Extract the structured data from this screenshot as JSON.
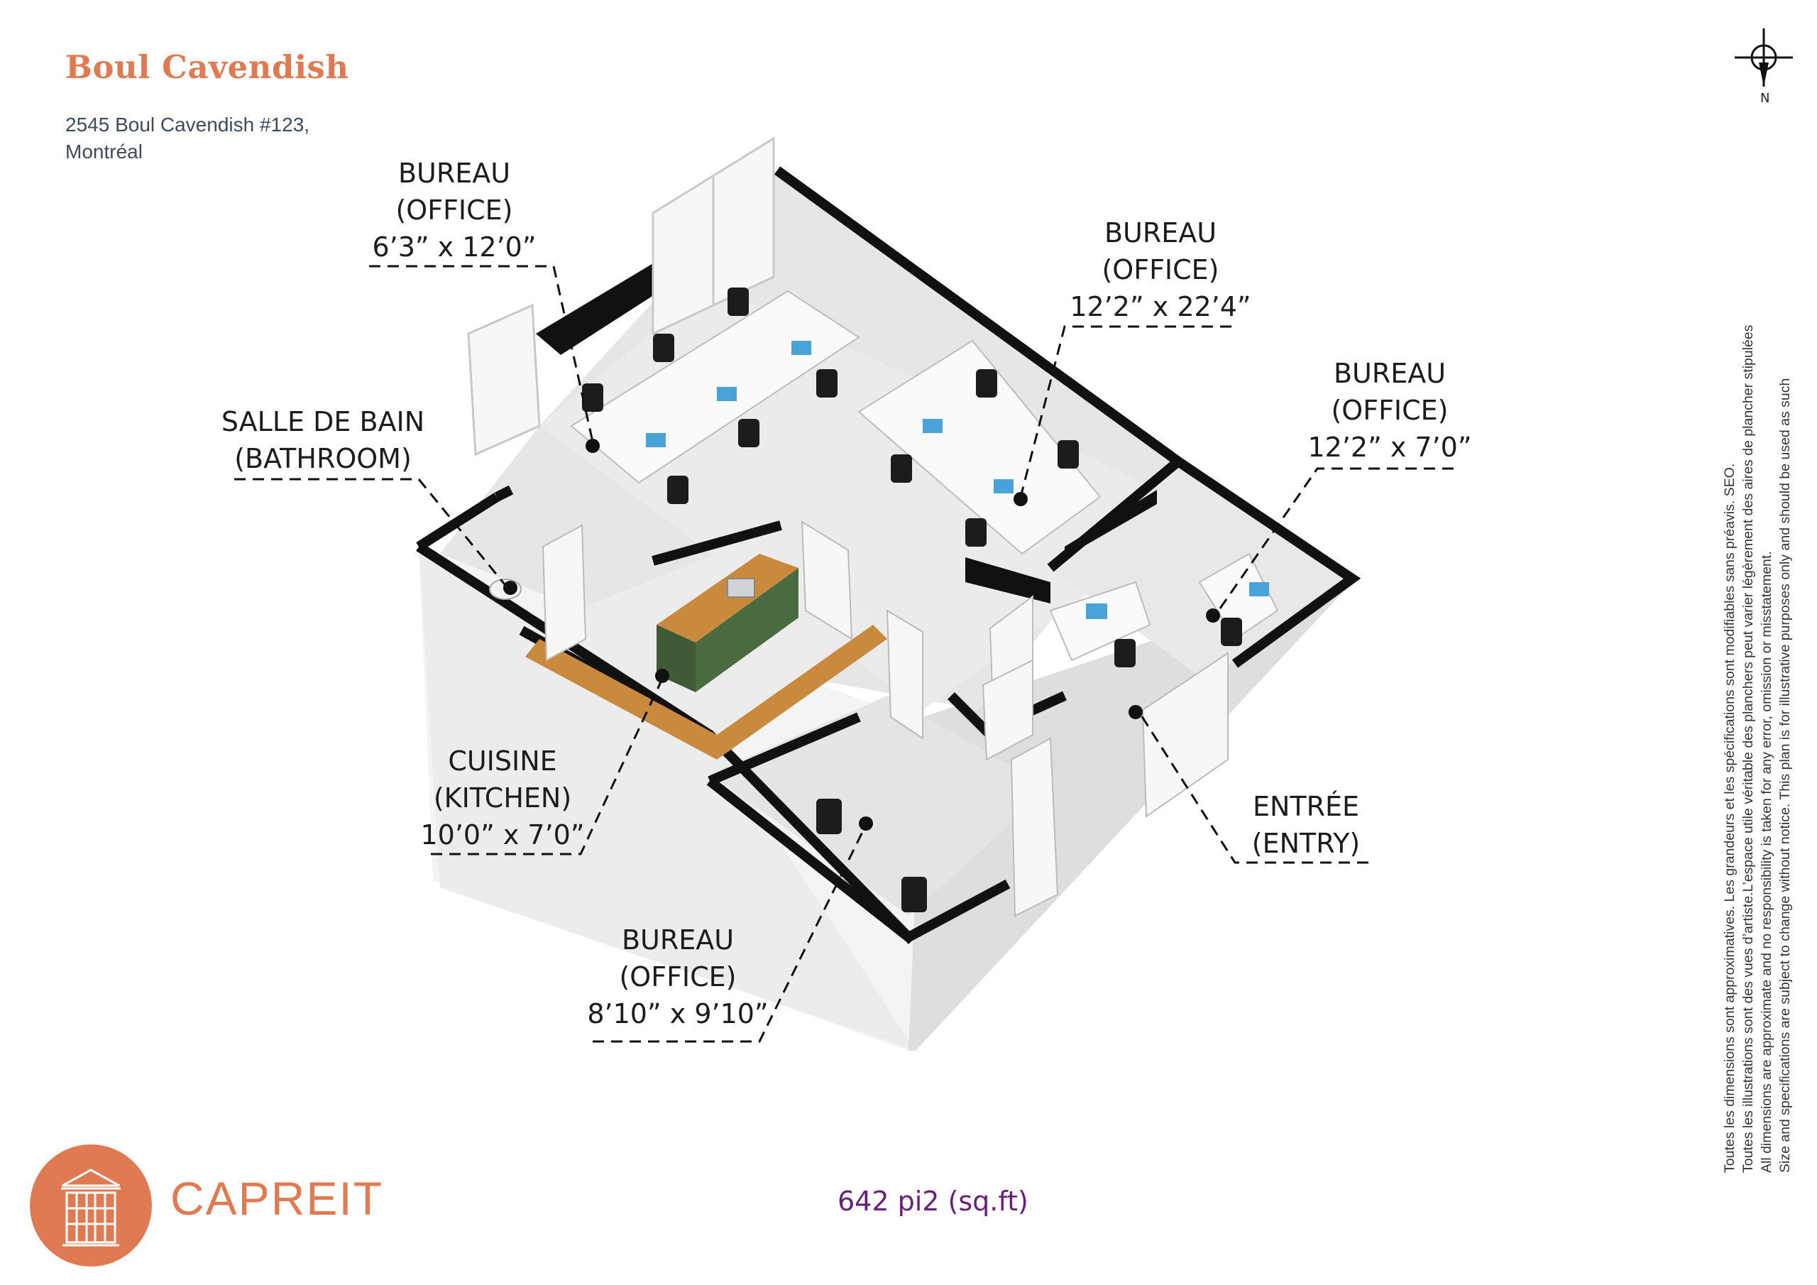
{
  "header": {
    "title": "Boul Cavendish",
    "address_line1": "2545 Boul Cavendish #123,",
    "address_line2": "Montréal"
  },
  "compass": {
    "icon": "north-arrow-icon",
    "label": "N"
  },
  "rooms": {
    "office_nw": {
      "line1": "BUREAU",
      "line2": "(OFFICE)",
      "dims": "6’3” x 12’0”"
    },
    "office_main": {
      "line1": "BUREAU",
      "line2": "(OFFICE)",
      "dims": "12’2” x 22’4”"
    },
    "office_ne": {
      "line1": "BUREAU",
      "line2": "(OFFICE)",
      "dims": "12’2” x 7’0”"
    },
    "bathroom": {
      "line1": "SALLE DE BAIN",
      "line2": "(BATHROOM)"
    },
    "kitchen": {
      "line1": "CUISINE",
      "line2": "(KITCHEN)",
      "dims": "10’0” x 7’0”"
    },
    "entry": {
      "line1": "ENTRÉE",
      "line2": "(ENTRY)"
    },
    "office_s": {
      "line1": "BUREAU",
      "line2": "(OFFICE)",
      "dims": "8’10” x 9’10”"
    }
  },
  "footer": {
    "area": "642 pi2 (sq.ft)",
    "brand": "CAPREIT",
    "logo_icon": "building-facade-icon"
  },
  "disclaimer": {
    "line1": "Toutes les dimensions sont approximatives. Les grandeurs et les spécifications sont modifiables sans préavis. SEO.",
    "line2": "Toutes les illustrations sont des vues d’artiste.L’espace utile véritable des planchers peut varier légèrement des aires de plancher stipulées",
    "line3": "All dimensions are approximate and no responsibility is taken for any error, omission or misstatement.",
    "line4": "Size and specifications are subject to change without notice. This plan is for illustrative purposes only and should be used as such"
  },
  "colors": {
    "brand_orange": "#e07a52",
    "area_purple": "#6a1d7e",
    "wall_black": "#111111",
    "floor_tile": "#e9e9e9",
    "counter_wood": "#c98a3e",
    "cabinet_green": "#3f5a35",
    "screen_blue": "#4aa3d8"
  }
}
